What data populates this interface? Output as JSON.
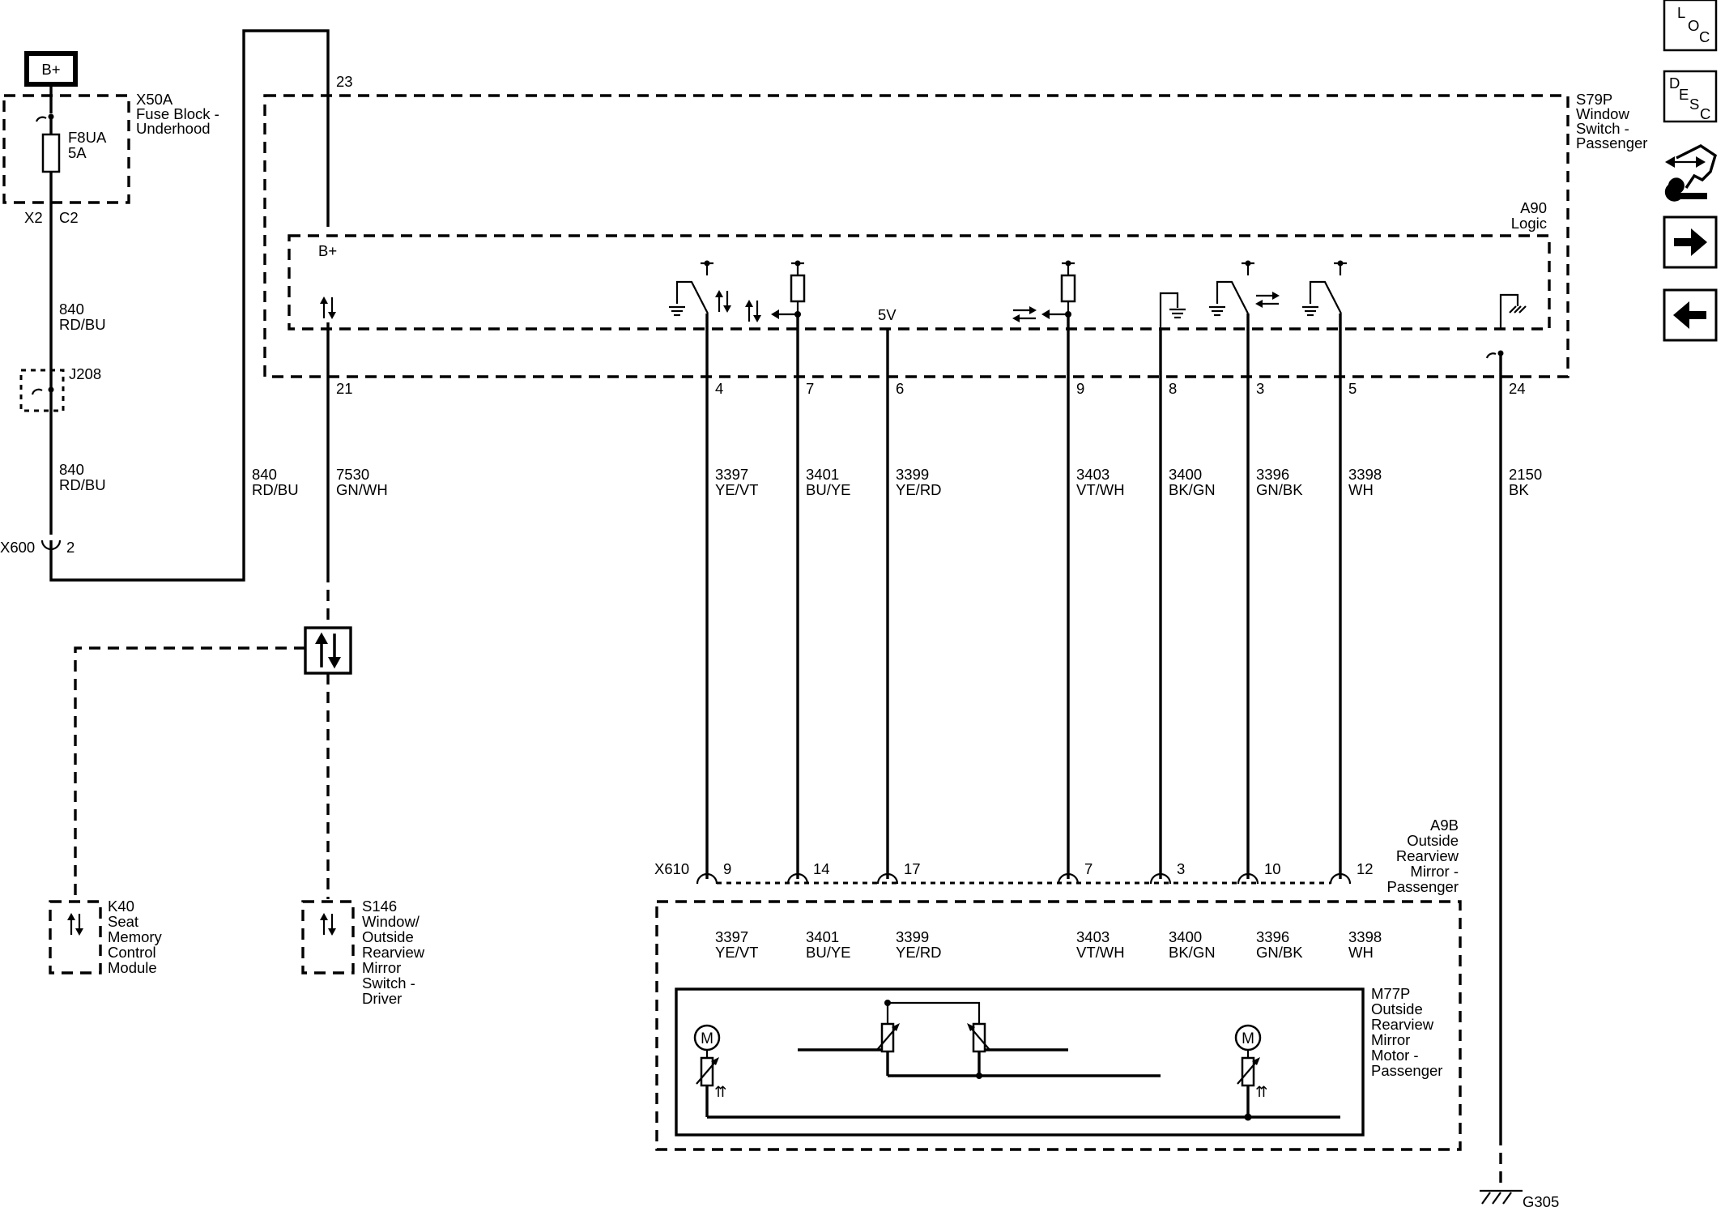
{
  "power_source": "B+",
  "fuse_block": {
    "name": "X50A",
    "desc": [
      "Fuse Block -",
      "Underhood"
    ],
    "fuse": "F8UA",
    "rating": "5A",
    "conn": "X2",
    "cavity": "C2"
  },
  "splice_j208": "J208",
  "inline_x600": {
    "name": "X600",
    "pin": "2"
  },
  "wire_840": {
    "circuit": "840",
    "color": "RD/BU"
  },
  "wire_7530": {
    "circuit": "7530",
    "color": "GN/WH"
  },
  "switch_module": {
    "name": "S79P",
    "desc": [
      "Window",
      "Switch -",
      "Passenger"
    ],
    "logic_name": "A90",
    "logic_desc": "Logic",
    "bplus": "B+",
    "pin_top": "23",
    "pin_data": "21",
    "pin_ground": "24",
    "five_v": "5V"
  },
  "signal_pins": [
    {
      "pin": "4",
      "circuit": "3397",
      "color": "YE/VT",
      "mirror_pin": "9"
    },
    {
      "pin": "7",
      "circuit": "3401",
      "color": "BU/YE",
      "mirror_pin": "14"
    },
    {
      "pin": "6",
      "circuit": "3399",
      "color": "YE/RD",
      "mirror_pin": "17"
    },
    {
      "pin": "9",
      "circuit": "3403",
      "color": "VT/WH",
      "mirror_pin": "7"
    },
    {
      "pin": "8",
      "circuit": "3400",
      "color": "BK/GN",
      "mirror_pin": "3"
    },
    {
      "pin": "3",
      "circuit": "3396",
      "color": "GN/BK",
      "mirror_pin": "10"
    },
    {
      "pin": "5",
      "circuit": "3398",
      "color": "WH",
      "mirror_pin": "12"
    }
  ],
  "ground_wire": {
    "circuit": "2150",
    "color": "BK",
    "ground": "G305"
  },
  "connector_x610": "X610",
  "mirror": {
    "name": "A9B",
    "desc": [
      "Outside",
      "Rearview",
      "Mirror -",
      "Passenger"
    ]
  },
  "motor": {
    "name": "M77P",
    "desc": [
      "Outside",
      "Rearview",
      "Mirror",
      "Motor -",
      "Passenger"
    ],
    "symbol": "M"
  },
  "k40": {
    "name": "K40",
    "desc": [
      "Seat",
      "Memory",
      "Control",
      "Module"
    ]
  },
  "s146": {
    "name": "S146",
    "desc": [
      "Window/",
      "Outside",
      "Rearview",
      "Mirror",
      "Switch -",
      "Driver"
    ]
  },
  "nav": {
    "loc": [
      "L",
      "O",
      "C"
    ],
    "desc": [
      "D",
      "E",
      "S",
      "C"
    ],
    "service_icon": "connector-repair-icon",
    "next_icon": "arrow-right-icon",
    "prev_icon": "arrow-left-icon"
  }
}
